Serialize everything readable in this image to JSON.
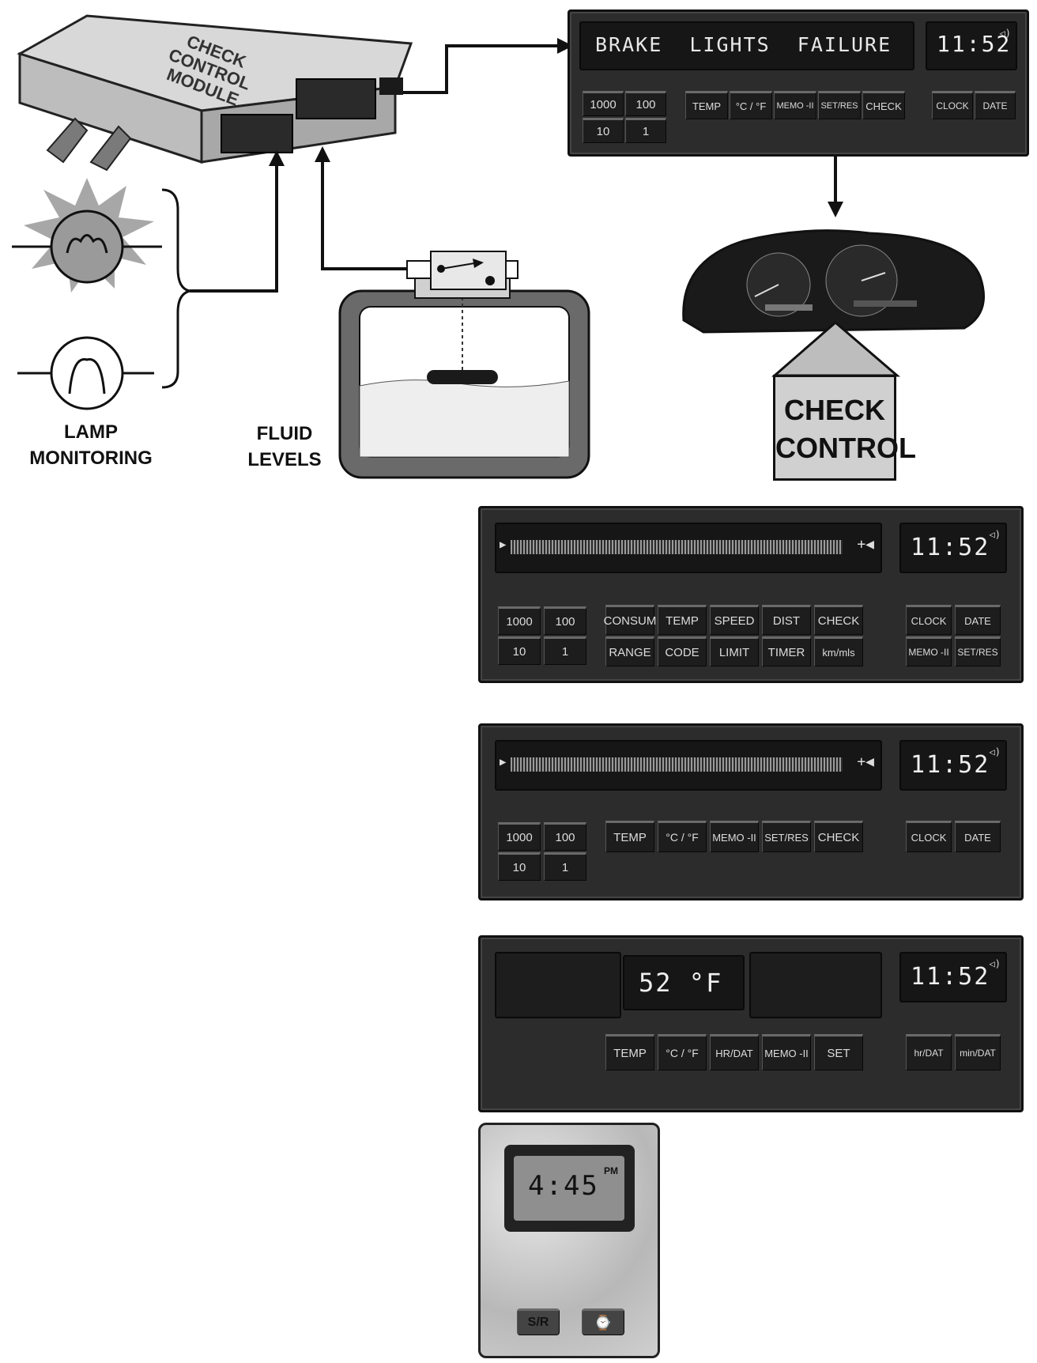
{
  "module": {
    "label_lines": [
      "CHECK",
      "CONTROL",
      "MODULE"
    ]
  },
  "inputs": {
    "lamp_label_lines": [
      "LAMP",
      "MONITORING"
    ],
    "fluid_label_lines": [
      "FLUID",
      "LEVELS"
    ]
  },
  "display_top": {
    "message": "BRAKE  LIGHTS  FAILURE",
    "clock": "11:52",
    "buttons_left": [
      "1000",
      "100",
      "10",
      "1"
    ],
    "buttons_mid": [
      "TEMP",
      "°C / °F",
      "MEMO -II",
      "SET/RES",
      "CHECK"
    ],
    "buttons_right": [
      "CLOCK",
      "DATE"
    ]
  },
  "cluster": {
    "label_lines": [
      "CHECK",
      "CONTROL"
    ]
  },
  "display_obc_full": {
    "clock": "11:52",
    "buttons_left": [
      "1000",
      "100",
      "10",
      "1"
    ],
    "buttons_mid_top": [
      "CONSUM",
      "TEMP",
      "SPEED",
      "DIST",
      "CHECK"
    ],
    "buttons_mid_bottom": [
      "RANGE",
      "CODE",
      "LIMIT",
      "TIMER",
      "km/mls"
    ],
    "buttons_right_top": [
      "CLOCK",
      "DATE"
    ],
    "buttons_right_bottom": [
      "MEMO -II",
      "SET/RES"
    ]
  },
  "display_obc_basic": {
    "clock": "11:52",
    "buttons_left": [
      "1000",
      "100",
      "10",
      "1"
    ],
    "buttons_mid": [
      "TEMP",
      "°C / °F",
      "MEMO -II",
      "SET/RES",
      "CHECK"
    ],
    "buttons_right": [
      "CLOCK",
      "DATE"
    ]
  },
  "display_temp": {
    "temperature": "52 °F",
    "clock": "11:52",
    "buttons_mid": [
      "TEMP",
      "°C / °F",
      "HR/DAT",
      "MEMO -II",
      "SET"
    ],
    "buttons_right": [
      "hr/DAT",
      "min/DAT"
    ]
  },
  "display_small": {
    "clock": "4:45",
    "ampm": "PM",
    "buttons": [
      "S/R",
      "⌚"
    ]
  }
}
